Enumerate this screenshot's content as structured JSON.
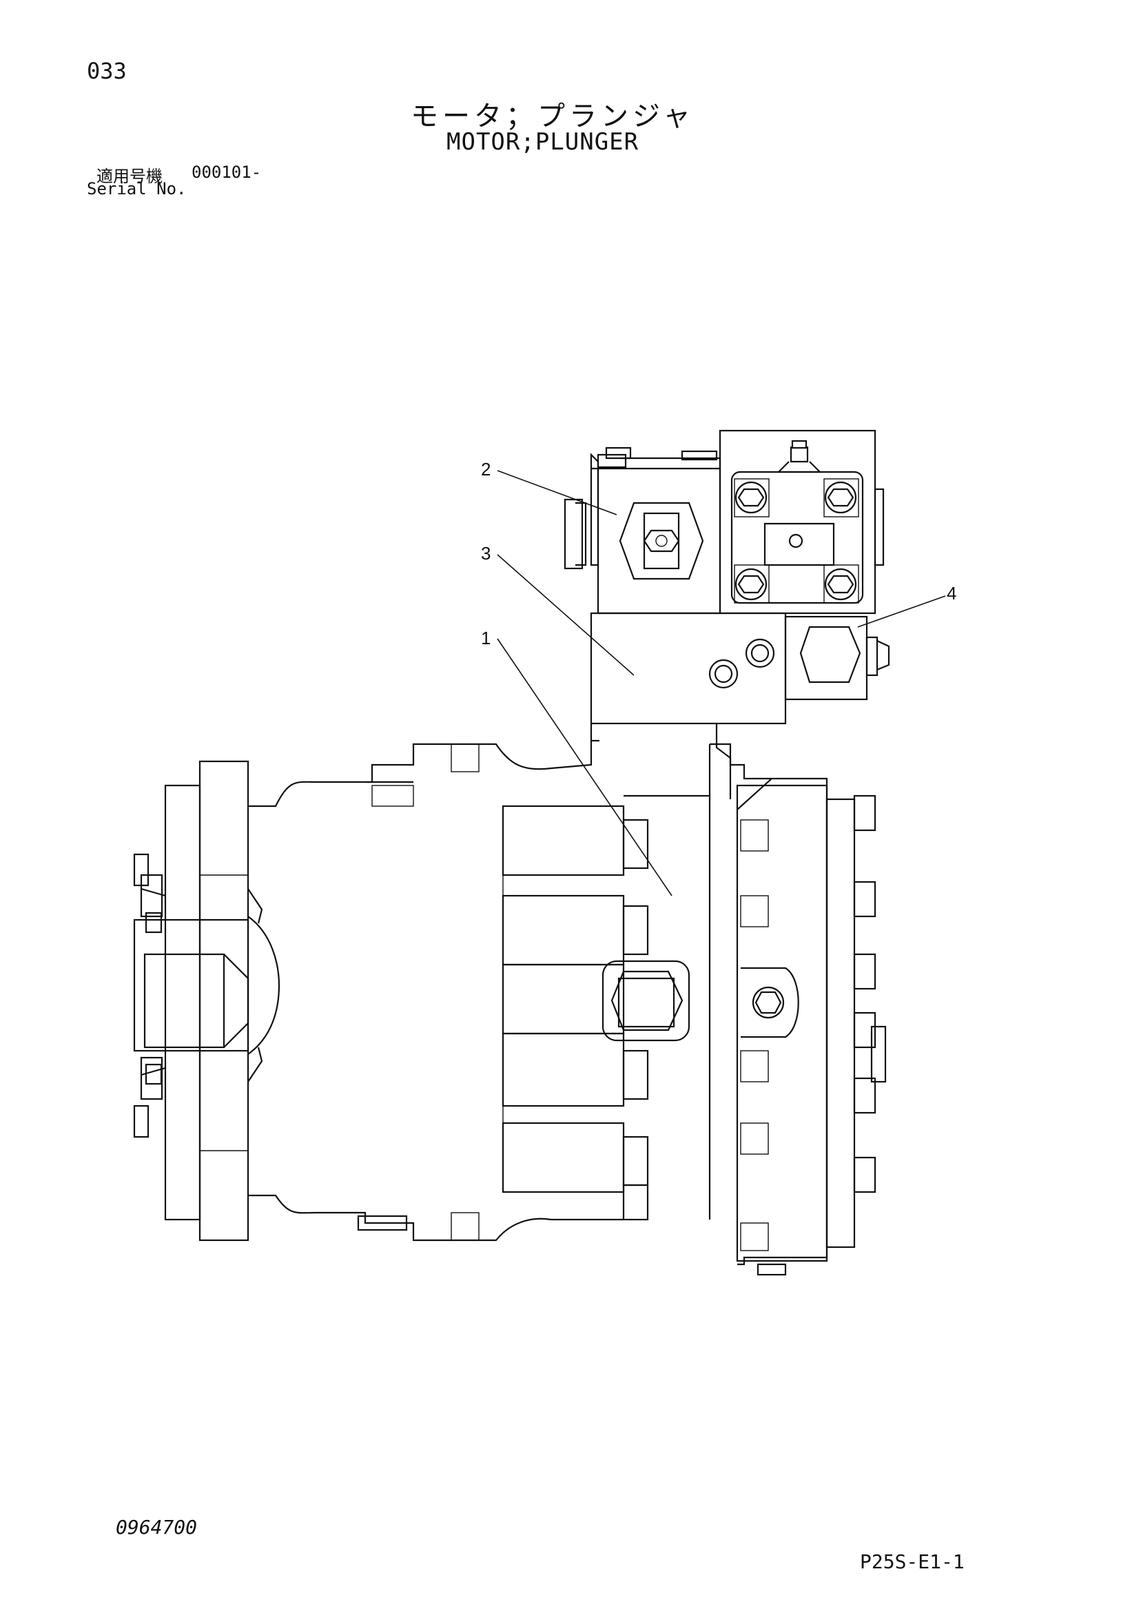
{
  "header": {
    "page_number": "033",
    "title_jp": "モータ；プランジャ",
    "title_en": "MOTOR;PLUNGER",
    "serial_label_jp": "適用号機",
    "serial_value": "000101-",
    "serial_label_en": "Serial No."
  },
  "drawing": {
    "callouts": [
      "1",
      "2",
      "3",
      "4"
    ]
  },
  "footer": {
    "document_number": "0964700",
    "page_code": "P25S-E1-1"
  }
}
